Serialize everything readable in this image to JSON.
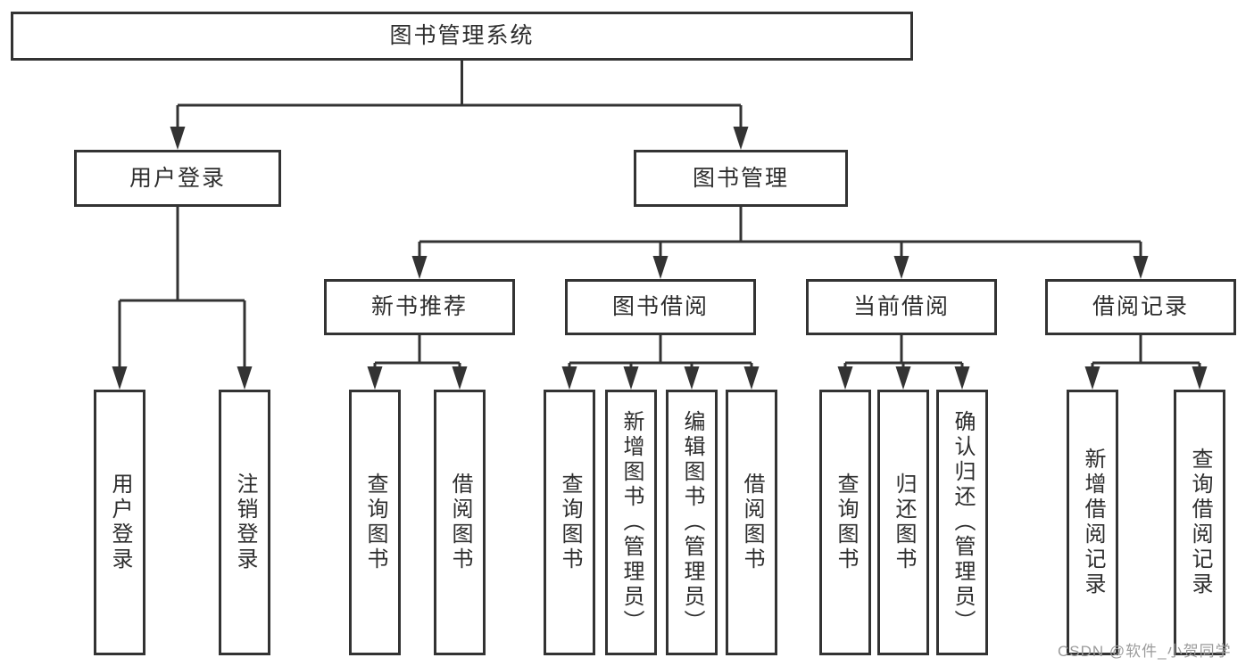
{
  "diagram": {
    "root": {
      "label": "图书管理系统"
    },
    "level2": [
      {
        "label": "用户登录"
      },
      {
        "label": "图书管理"
      }
    ],
    "level3": [
      {
        "label": "新书推荐"
      },
      {
        "label": "图书借阅"
      },
      {
        "label": "当前借阅"
      },
      {
        "label": "借阅记录"
      }
    ],
    "leaves": {
      "user_login": [
        {
          "label": "用户登录"
        },
        {
          "label": "注销登录"
        }
      ],
      "new_books": [
        {
          "label": "查询图书"
        },
        {
          "label": "借阅图书"
        }
      ],
      "book_borrow": [
        {
          "label": "查询图书"
        },
        {
          "label": "新增图书（管理员）"
        },
        {
          "label": "编辑图书（管理员）"
        },
        {
          "label": "借阅图书"
        }
      ],
      "current_borrow": [
        {
          "label": "查询图书"
        },
        {
          "label": "归还图书"
        },
        {
          "label": "确认归还（管理员）"
        }
      ],
      "borrow_records": [
        {
          "label": "新增借阅记录"
        },
        {
          "label": "查询借阅记录"
        }
      ]
    },
    "colors": {
      "line": "#333333",
      "text": "#2e2e2e",
      "watermark": "#9b9b9b",
      "background": "#ffffff"
    },
    "watermark": "CSDN @软件_小贺同学"
  }
}
